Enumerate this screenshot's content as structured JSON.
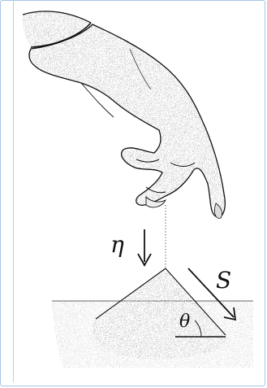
{
  "figure": {
    "labels": {
      "eta": "η",
      "S": "S",
      "theta": "θ"
    },
    "colors": {
      "ink": "#111111",
      "frame": "#a9c4e6",
      "background": "#ffffff"
    }
  }
}
